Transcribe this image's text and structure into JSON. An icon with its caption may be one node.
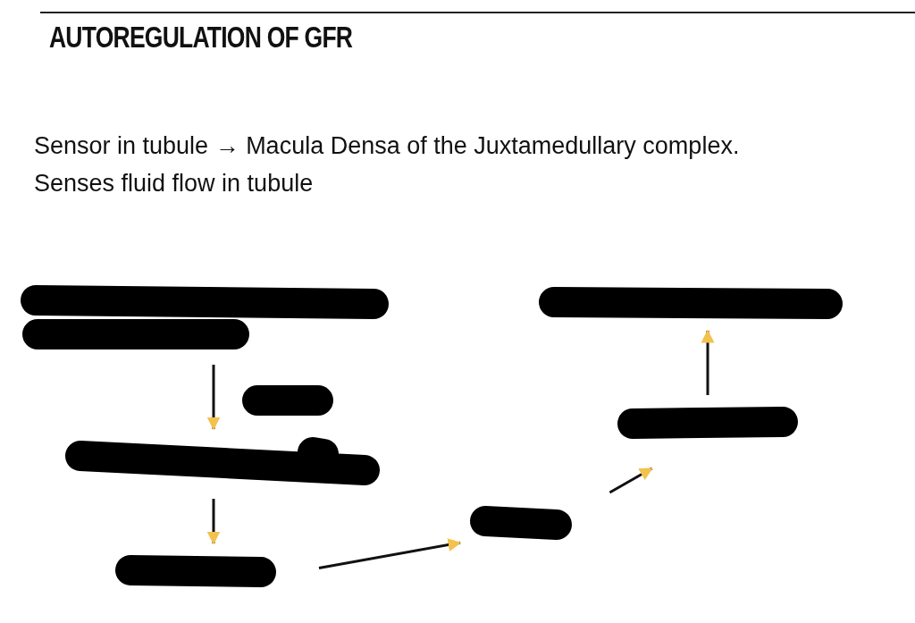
{
  "diagram": {
    "title": "AUTOREGULATION OF GFR",
    "nodes": [
      {
        "text": [],
        "shape": "bar"
      },
      {
        "text": [],
        "shape": "bar"
      },
      {
        "text": [],
        "shape": "bar"
      },
      {
        "text": [],
        "shape": "bar"
      },
      {
        "text": [],
        "shape": "bar"
      },
      {
        "text": [],
        "shape": "bar"
      },
      {
        "text": [],
        "shape": "bar"
      }
    ],
    "edges": [
      {
        "from": 0,
        "to": 4,
        "arrow": "to"
      },
      {
        "from": 4,
        "to": 6,
        "arrow": "to"
      },
      {
        "from": 6,
        "to": 5,
        "arrow": "to"
      },
      {
        "from": 5,
        "to": 3,
        "arrow": "to"
      },
      {
        "from": 3,
        "to": 1,
        "arrow": "to"
      }
    ],
    "labels": [
      "Sensor in tubule → Macula Densa of the Juxtamedullary complex.",
      "Senses fluid flow in tubule"
    ]
  }
}
